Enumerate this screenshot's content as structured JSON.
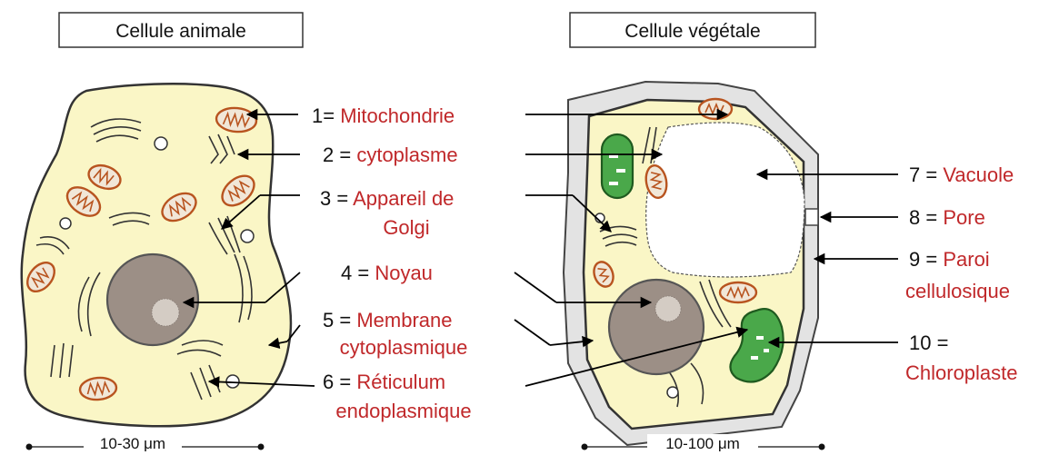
{
  "titles": {
    "animal": "Cellule animale",
    "plant": "Cellule végétale"
  },
  "scales": {
    "animal": "10-30 μm",
    "plant": "10-100 μm"
  },
  "labels_center": [
    {
      "num": "1=",
      "name": "Mitochondrie"
    },
    {
      "num": "2 =",
      "name": "cytoplasme"
    },
    {
      "num": "3 =",
      "name": "Appareil de",
      "name2": "Golgi"
    },
    {
      "num": "4 =",
      "name": "Noyau"
    },
    {
      "num": "5 =",
      "name": "Membrane",
      "name2": "cytoplasmique"
    },
    {
      "num": "6 =",
      "name": "Réticulum",
      "name2": "endoplasmique"
    }
  ],
  "labels_right": [
    {
      "num": "7 =",
      "name": "Vacuole"
    },
    {
      "num": "8 =",
      "name": "Pore"
    },
    {
      "num": "9 =",
      "name": "Paroi",
      "name2": "cellulosique"
    },
    {
      "num": "10 =",
      "name": "Chloroplaste"
    }
  ],
  "colors": {
    "label_name": "#c0282a",
    "cytoplasm": "#faf6c6",
    "mitochondria": "#b8541f",
    "chloroplast": "#4aa84a",
    "nucleus": "#9c8f86",
    "cell_wall": "#e3e3e3"
  }
}
